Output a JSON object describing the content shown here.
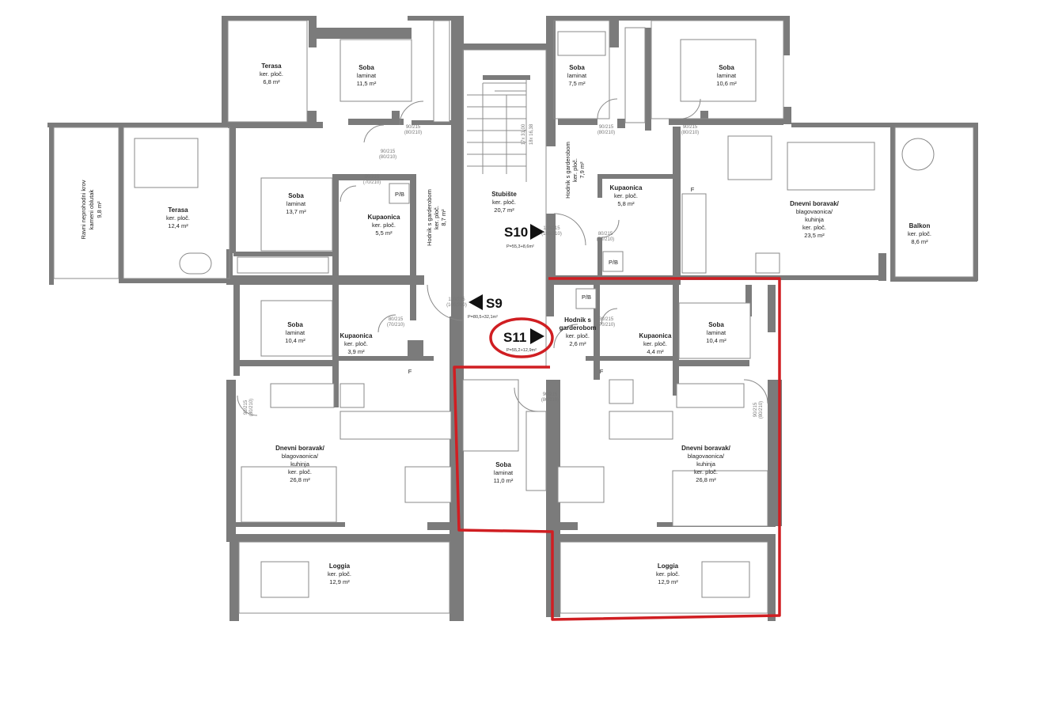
{
  "rooms": {
    "terasa_top": {
      "name": "Terasa",
      "floor": "ker. ploč.",
      "area": "6,8 m²"
    },
    "soba_top_left": {
      "name": "Soba",
      "floor": "laminat",
      "area": "11,5 m²"
    },
    "soba_top_mid": {
      "name": "Soba",
      "floor": "laminat",
      "area": "7,5 m²"
    },
    "soba_top_right": {
      "name": "Soba",
      "floor": "laminat",
      "area": "10,6 m²"
    },
    "ravni_krov": {
      "name": "Ravni neprohodni krov",
      "floor": "kameni oblutak",
      "area": "9,8 m²"
    },
    "terasa_left": {
      "name": "Terasa",
      "floor": "ker. ploč.",
      "area": "12,4 m²"
    },
    "soba_left_upper": {
      "name": "Soba",
      "floor": "laminat",
      "area": "13,7 m²"
    },
    "kup_left_upper": {
      "name": "Kupaonica",
      "floor": "ker. ploč.",
      "area": "5,5 m²"
    },
    "hodnik_left": {
      "name": "Hodnik s garderobom",
      "floor": "ker. ploč.",
      "area": "8,7 m²"
    },
    "stubiste": {
      "name": "Stubište",
      "floor": "ker. ploč.",
      "area": "20,7 m²"
    },
    "hodnik_right_up": {
      "name": "Hodnik s garderobom",
      "floor": "ker. ploč.",
      "area": "7,9 m²"
    },
    "kup_right_upper": {
      "name": "Kupaonica",
      "floor": "ker. ploč.",
      "area": "5,8 m²"
    },
    "dnevni_right_up": {
      "line1": "Dnevni boravak/",
      "line2": "blagovaonica/",
      "line3": "kuhinja",
      "floor": "ker. ploč.",
      "area": "23,5 m²"
    },
    "balkon": {
      "name": "Balkon",
      "floor": "ker. ploč.",
      "area": "8,6 m²"
    },
    "soba_left_mid": {
      "name": "Soba",
      "floor": "laminat",
      "area": "10,4 m²"
    },
    "kup_left_mid": {
      "name": "Kupaonica",
      "floor": "ker. ploč.",
      "area": "3,9 m²"
    },
    "hodnik_s11": {
      "line1": "Hodnik s",
      "line2": "garderobom",
      "floor": "ker. ploč.",
      "area": "2,6 m²"
    },
    "kup_s11": {
      "name": "Kupaonica",
      "floor": "ker. ploč.",
      "area": "4,4 m²"
    },
    "soba_s11_right": {
      "name": "Soba",
      "floor": "laminat",
      "area": "10,4 m²"
    },
    "dnevni_left": {
      "line1": "Dnevni boravak/",
      "line2": "blagovaonica/",
      "line3": "kuhinja",
      "floor": "ker. ploč.",
      "area": "26,8 m²"
    },
    "soba_center": {
      "name": "Soba",
      "floor": "laminat",
      "area": "11,0 m²"
    },
    "dnevni_s11": {
      "line1": "Dnevni boravak/",
      "line2": "blagovaonica/",
      "line3": "kuhinja",
      "floor": "ker. ploč.",
      "area": "26,8 m²"
    },
    "loggia_left": {
      "name": "Loggia",
      "floor": "ker. ploč.",
      "area": "12,9 m²"
    },
    "loggia_right": {
      "name": "Loggia",
      "floor": "ker. ploč.",
      "area": "12,9 m²"
    }
  },
  "apartments": {
    "s9": {
      "label": "S9",
      "area": "P=80,5+32,1m²"
    },
    "s10": {
      "label": "S10",
      "area": "P=55,3+8,6m²"
    },
    "s11": {
      "label": "S11",
      "area": "P=55,2+12,9m²"
    }
  },
  "doors": {
    "d1": {
      "a": "90/215",
      "b": "(80/210)"
    },
    "d2": {
      "a": "90/215",
      "b": "(80/210)"
    },
    "d3": {
      "a": "80/215",
      "b": "(70/210)"
    },
    "d4": {
      "a": "90/215",
      "b": "(80/210)"
    },
    "d5": {
      "a": "90/215",
      "b": "(80/210)"
    },
    "d6": {
      "a": "110/215",
      "b": "(100/210)"
    },
    "d7": {
      "a": "80/215",
      "b": "(70/210)"
    },
    "d8": {
      "a": "110/215",
      "b": "(100/210)"
    },
    "d9": {
      "a": "80/215",
      "b": "(70/210)"
    },
    "d10": {
      "a": "80/215",
      "b": "(70/210)"
    },
    "d11": {
      "a": "90/215",
      "b": "(80/210)"
    },
    "d12": {
      "a": "90/215",
      "b": "(80/210)"
    },
    "d13": {
      "a": "90/215",
      "b": "(80/210)"
    }
  },
  "stairs": {
    "a": "17x 31,00",
    "b": "18x 16,38"
  },
  "fixtures": {
    "pb": "P/B",
    "fridge": "F"
  },
  "colors": {
    "walls": "#7b7b7b",
    "highlight": "#d01e22"
  }
}
